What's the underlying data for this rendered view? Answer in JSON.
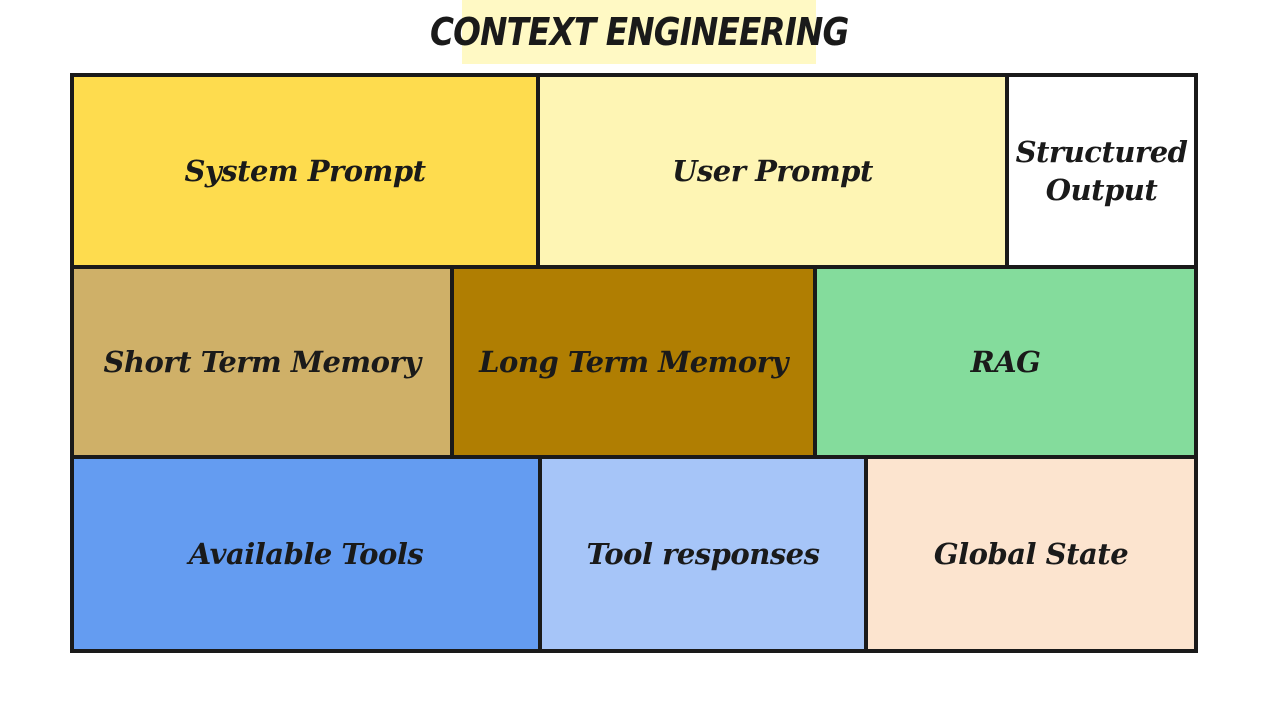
{
  "title": "CONTEXT ENGINEERING",
  "colors": {
    "title_background": "#fff9c4",
    "border": "#1a1a1a",
    "system_prompt": "#fedc4e",
    "user_prompt": "#fef5b4",
    "structured_output": "#ffffff",
    "short_term_memory": "#cfb068",
    "long_term_memory": "#b07e02",
    "rag": "#84dc9c",
    "available_tools": "#649cf1",
    "tool_responses": "#a6c5f8",
    "global_state": "#fce4cf"
  },
  "blocks": {
    "system_prompt": "System Prompt",
    "user_prompt": "User Prompt",
    "structured_output": "Structured Output",
    "short_term_memory": "Short Term Memory",
    "long_term_memory": "Long Term Memory",
    "rag": "RAG",
    "available_tools": "Available Tools",
    "tool_responses": "Tool responses",
    "global_state": "Global State"
  }
}
